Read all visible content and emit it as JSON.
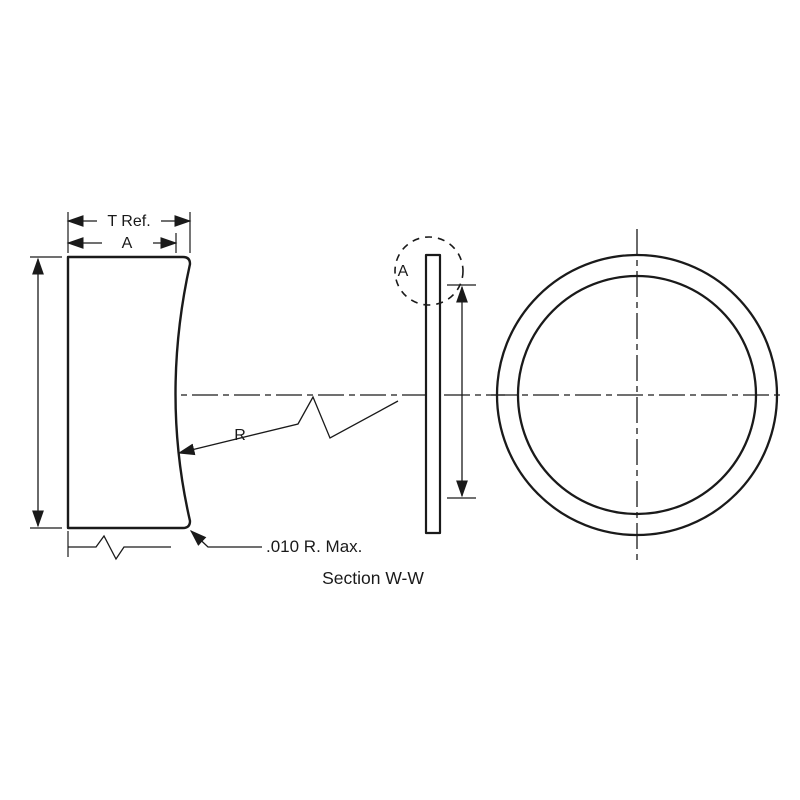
{
  "diagram": {
    "title": "Section W-W",
    "labels": {
      "thickness_ref": "T Ref.",
      "dim_a": "A",
      "radius": "R",
      "corner_radius_note": ".010 R. Max.",
      "detail_a": "A"
    },
    "colors": {
      "line": "#1a1a1a",
      "background": "#ffffff"
    }
  }
}
